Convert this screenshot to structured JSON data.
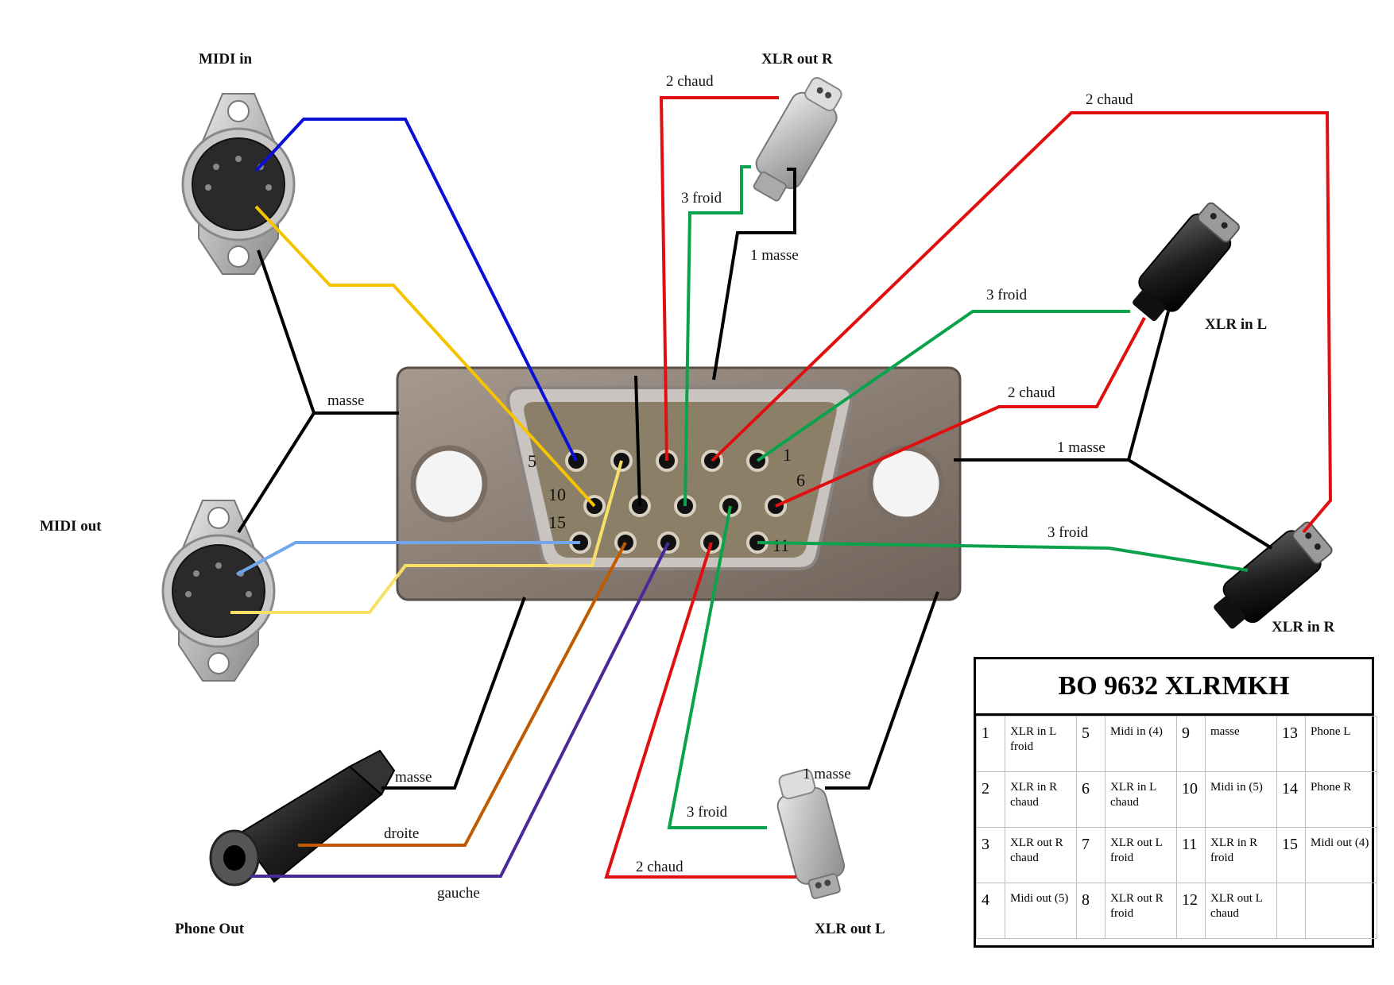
{
  "connectors": {
    "midi_in": "MIDI in",
    "midi_out": "MIDI out",
    "xlr_out_r": "XLR out R",
    "xlr_out_l": "XLR out L",
    "xlr_in_l": "XLR in L",
    "xlr_in_r": "XLR in R",
    "phone_out": "Phone Out"
  },
  "wire_labels": {
    "xlr_out_r_chaud": "2 chaud",
    "xlr_out_r_froid": "3 froid",
    "xlr_out_r_masse": "1 masse",
    "xlr_in_r_chaud_top": "2 chaud",
    "xlr_in_l_froid": "3 froid",
    "xlr_in_l_chaud": "2 chaud",
    "xlr_in_masse": "1 masse",
    "xlr_in_r_froid": "3 froid",
    "midi_masse": "masse",
    "phone_masse": "masse",
    "phone_droite": "droite",
    "phone_gauche": "gauche",
    "xlr_out_l_masse": "1 masse",
    "xlr_out_l_froid": "3 froid",
    "xlr_out_l_chaud": "2 chaud"
  },
  "db15_pin_marks": [
    "5",
    "1",
    "10",
    "6",
    "15",
    "11"
  ],
  "wire_colors": {
    "blue": "#0a10d6",
    "yellow": "#f5c300",
    "light_yellow": "#f8df6a",
    "light_blue": "#6fa6ee",
    "black": "#000000",
    "red": "#e01010",
    "green": "#0aa34c",
    "brown": "#c05a00",
    "purple": "#4a2a9a"
  },
  "pin_table": {
    "title": "BO 9632 XLRMKH",
    "rows": [
      [
        {
          "n": "1",
          "d": "XLR in L froid"
        },
        {
          "n": "5",
          "d": "Midi in (4)"
        },
        {
          "n": "9",
          "d": "masse"
        },
        {
          "n": "13",
          "d": "Phone L"
        }
      ],
      [
        {
          "n": "2",
          "d": "XLR in R chaud"
        },
        {
          "n": "6",
          "d": "XLR in L chaud"
        },
        {
          "n": "10",
          "d": "Midi in (5)"
        },
        {
          "n": "14",
          "d": "Phone R"
        }
      ],
      [
        {
          "n": "3",
          "d": "XLR out R chaud"
        },
        {
          "n": "7",
          "d": "XLR out L froid"
        },
        {
          "n": "11",
          "d": "XLR in R froid"
        },
        {
          "n": "15",
          "d": "Midi out (4)"
        }
      ],
      [
        {
          "n": "4",
          "d": "Midi out (5)"
        },
        {
          "n": "8",
          "d": "XLR out R froid"
        },
        {
          "n": "12",
          "d": "XLR out L chaud"
        },
        {
          "n": "",
          "d": ""
        }
      ]
    ]
  }
}
